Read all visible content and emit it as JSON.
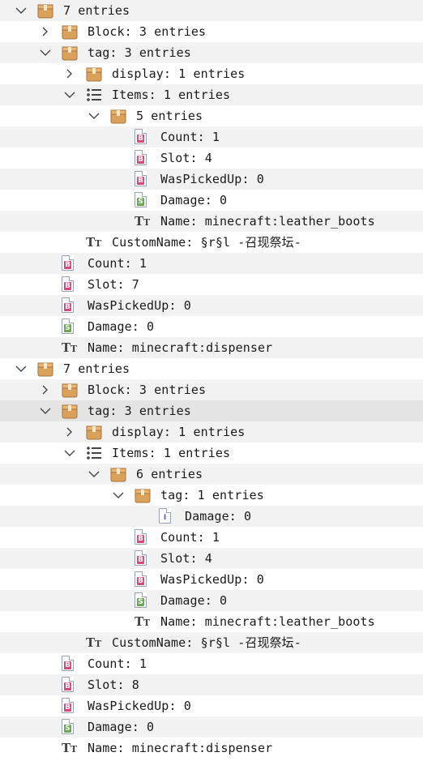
{
  "tree": [
    {
      "level": 0,
      "expanded": true,
      "icon": "box",
      "text": "7 entries"
    },
    {
      "level": 1,
      "expanded": false,
      "icon": "box",
      "text": "Block: 3 entries"
    },
    {
      "level": 1,
      "expanded": true,
      "icon": "box",
      "text": "tag: 3 entries"
    },
    {
      "level": 2,
      "expanded": false,
      "icon": "box",
      "text": "display: 1 entries"
    },
    {
      "level": 2,
      "expanded": true,
      "icon": "list",
      "text": "Items: 1 entries"
    },
    {
      "level": 3,
      "expanded": true,
      "icon": "box",
      "text": "5 entries"
    },
    {
      "level": 4,
      "icon": "byte",
      "text": "Count: 1"
    },
    {
      "level": 4,
      "icon": "byte",
      "text": "Slot: 4"
    },
    {
      "level": 4,
      "icon": "byte",
      "text": "WasPickedUp: 0"
    },
    {
      "level": 4,
      "icon": "short",
      "text": "Damage: 0"
    },
    {
      "level": 4,
      "icon": "string",
      "text": "Name: minecraft:leather_boots"
    },
    {
      "level": 2,
      "icon": "string",
      "text": "CustomName: §r§l -召现祭坛-"
    },
    {
      "level": 1,
      "icon": "byte",
      "text": "Count: 1"
    },
    {
      "level": 1,
      "icon": "byte",
      "text": "Slot: 7"
    },
    {
      "level": 1,
      "icon": "byte",
      "text": "WasPickedUp: 0"
    },
    {
      "level": 1,
      "icon": "short",
      "text": "Damage: 0"
    },
    {
      "level": 1,
      "icon": "string",
      "text": "Name: minecraft:dispenser"
    },
    {
      "level": 0,
      "expanded": true,
      "icon": "box",
      "text": "7 entries"
    },
    {
      "level": 1,
      "expanded": false,
      "icon": "box",
      "text": "Block: 3 entries"
    },
    {
      "level": 1,
      "expanded": true,
      "icon": "box",
      "text": "tag: 3 entries",
      "selected": true
    },
    {
      "level": 2,
      "expanded": false,
      "icon": "box",
      "text": "display: 1 entries"
    },
    {
      "level": 2,
      "expanded": true,
      "icon": "list",
      "text": "Items: 1 entries"
    },
    {
      "level": 3,
      "expanded": true,
      "icon": "box",
      "text": "6 entries"
    },
    {
      "level": 4,
      "expanded": true,
      "icon": "box",
      "text": "tag: 1 entries"
    },
    {
      "level": 5,
      "icon": "int",
      "text": "Damage: 0"
    },
    {
      "level": 4,
      "icon": "byte",
      "text": "Count: 1"
    },
    {
      "level": 4,
      "icon": "byte",
      "text": "Slot: 4"
    },
    {
      "level": 4,
      "icon": "byte",
      "text": "WasPickedUp: 0"
    },
    {
      "level": 4,
      "icon": "short",
      "text": "Damage: 0"
    },
    {
      "level": 4,
      "icon": "string",
      "text": "Name: minecraft:leather_boots"
    },
    {
      "level": 2,
      "icon": "string",
      "text": "CustomName: §r§l -召现祭坛-"
    },
    {
      "level": 1,
      "icon": "byte",
      "text": "Count: 1"
    },
    {
      "level": 1,
      "icon": "byte",
      "text": "Slot: 8"
    },
    {
      "level": 1,
      "icon": "byte",
      "text": "WasPickedUp: 0"
    },
    {
      "level": 1,
      "icon": "short",
      "text": "Damage: 0"
    },
    {
      "level": 1,
      "icon": "string",
      "text": "Name: minecraft:dispenser"
    }
  ],
  "icon_letters": {
    "byte": "B",
    "short": "S",
    "int": "I"
  },
  "colors": {
    "stripe": "#f2f2f2",
    "selected": "#e4e4e4",
    "box": "#d9a15a",
    "byte": "#d9467a",
    "short": "#6aa84f",
    "int": "#4a5bd1"
  }
}
